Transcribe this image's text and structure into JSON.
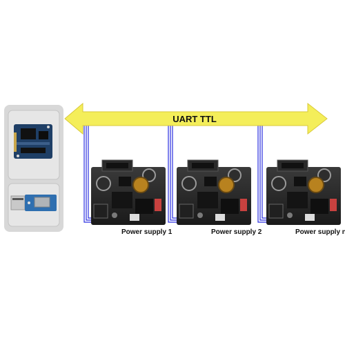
{
  "bus": {
    "label": "UART TTL",
    "arrow_color": "#f4ee5a",
    "arrow_border": "#d9c93a",
    "wire_color": "#2a2ee0"
  },
  "controller_panel": {
    "fill": "#d6d6d6",
    "modules": [
      {
        "type": "ttl-serial-adapter-board",
        "color": "#1f3f66"
      },
      {
        "type": "bluetooth-module-board",
        "color": "#2f6fb0"
      }
    ]
  },
  "supplies": [
    {
      "label": "Power supply 1"
    },
    {
      "label": "Power supply 2"
    },
    {
      "label": "Power supply n"
    }
  ]
}
